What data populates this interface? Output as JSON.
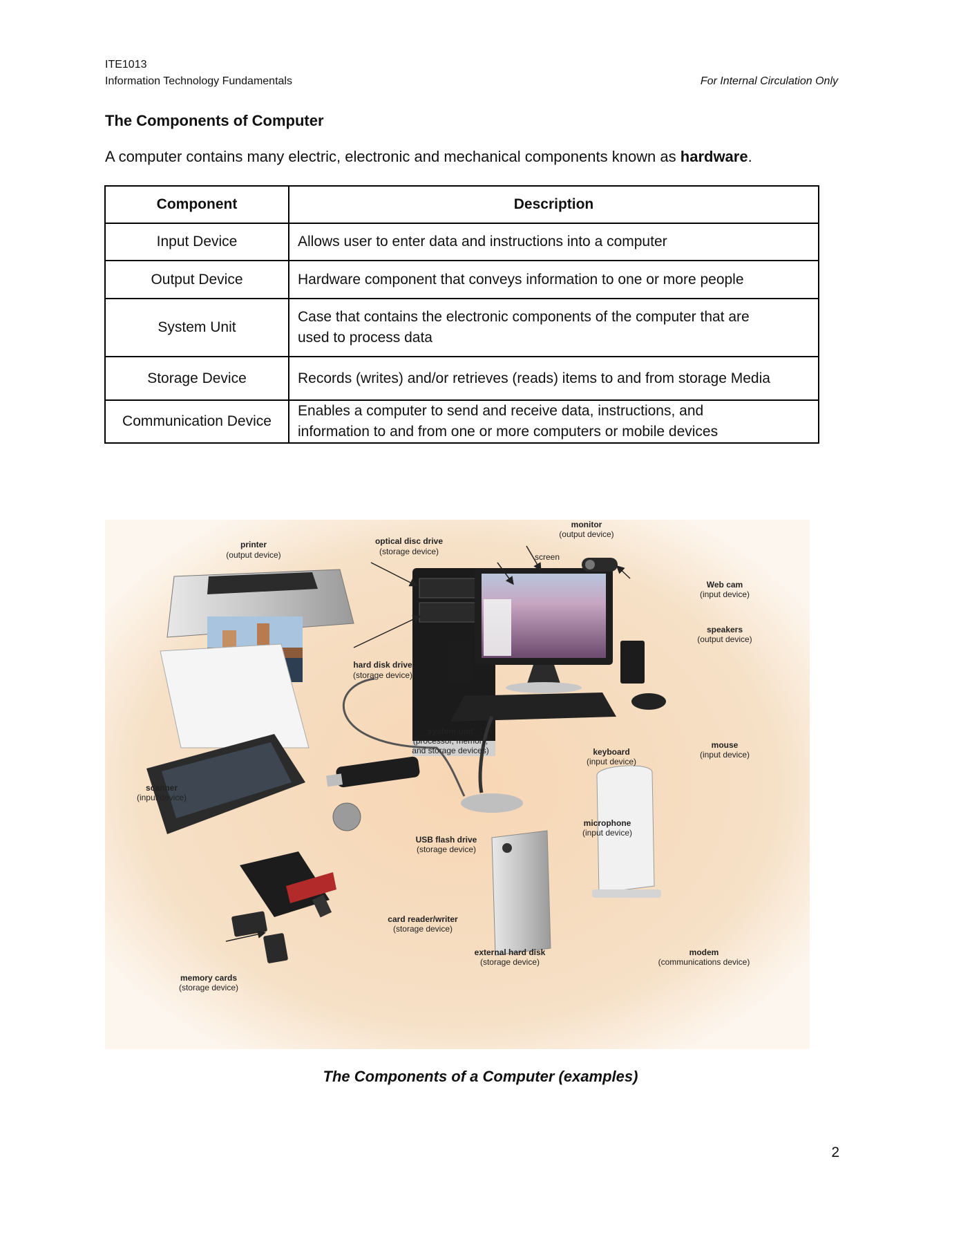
{
  "header": {
    "code": "ITE1013",
    "course": "Information Technology Fundamentals",
    "notice": "For Internal Circulation Only"
  },
  "section_title": "The Components of Computer",
  "intro": {
    "text_before": "A computer contains many electric, electronic and mechanical components known as ",
    "bold_term": "hardware",
    "text_after": "."
  },
  "table": {
    "headers": [
      "Component",
      "Description"
    ],
    "rows": [
      {
        "component": "Input Device",
        "description": "Allows user to enter data and instructions into a computer"
      },
      {
        "component": "Output Device",
        "description": "Hardware component that conveys information to one or more people"
      },
      {
        "component": "System Unit",
        "description": "Case that contains the electronic components of the computer that are used to process data"
      },
      {
        "component": "Storage Device",
        "description": "Records (writes) and/or retrieves (reads) items to and from storage Media"
      },
      {
        "component": "Communication Device",
        "description": "Enables a computer to send and receive data, instructions, and information to and from one or more computers or mobile devices"
      }
    ]
  },
  "figure": {
    "labels": {
      "printer": "printer",
      "printer_type": "(output device)",
      "optical": "optical disc drive",
      "optical_type": "(storage device)",
      "monitor": "monitor",
      "monitor_type": "(output device)",
      "screen": "screen",
      "webcam": "Web cam",
      "webcam_type": "(input device)",
      "speakers": "speakers",
      "speakers_type": "(output device)",
      "hdd": "hard disk drive",
      "hdd_type": "(storage device)",
      "sysunit": "system unit",
      "sysunit_type1": "(processor, memory,",
      "sysunit_type2": "and storage devices)",
      "keyboard": "keyboard",
      "keyboard_type": "(input device)",
      "mouse": "mouse",
      "mouse_type": "(input device)",
      "scanner": "scanner",
      "scanner_type": "(input device)",
      "microphone": "microphone",
      "microphone_type": "(input device)",
      "usb": "USB flash drive",
      "usb_type": "(storage device)",
      "cardreader": "card reader/writer",
      "cardreader_type": "(storage device)",
      "exthdd": "external hard disk",
      "exthdd_type": "(storage device)",
      "modem": "modem",
      "modem_type": "(communications device)",
      "memcards": "memory cards",
      "memcards_type": "(storage device)"
    },
    "colors": {
      "background": "#f6e0c6",
      "background_edge": "#fdf6ee",
      "device_dark": "#1c1c1c",
      "device_silver": "#c9c9c9",
      "lavender": "#8e6a8e"
    }
  },
  "caption": "The Components of a Computer (examples)",
  "page_number": "2"
}
